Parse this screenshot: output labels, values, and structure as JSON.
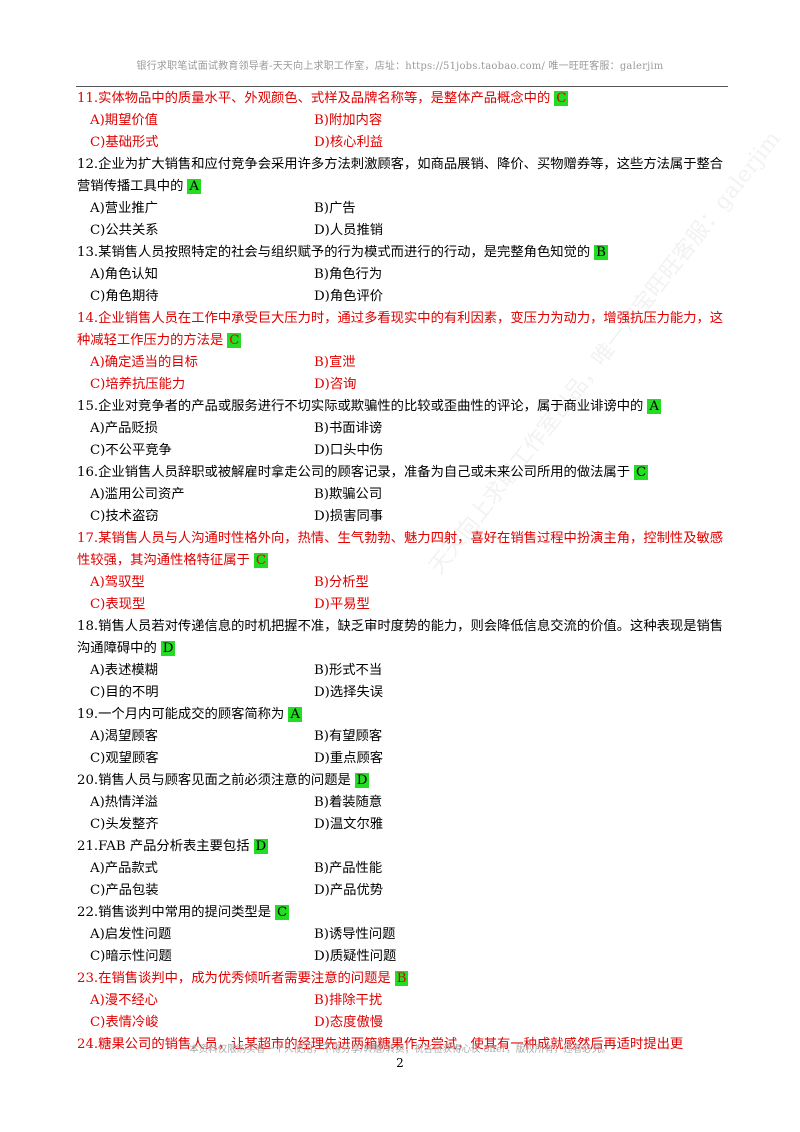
{
  "header": "银行求职笔试面试教育领导者-天天向上求职工作室，店址：https://51jobs.taobao.com/  唯一旺旺客服：galerjim",
  "questions": [
    {
      "num": "11.",
      "stem": "实体物品中的质量水平、外观颜色、式样及品牌名称等，是整体产品概念中的",
      "answer": "C",
      "highlight": true,
      "options": [
        "A)期望价值",
        "B)附加内容",
        "C)基础形式",
        "D)核心利益"
      ]
    },
    {
      "num": "12.",
      "stem": "企业为扩大销售和应付竞争会采用许多方法刺激顾客，如商品展销、降价、买物赠券等，这些方法属于整合营销传播工具中的",
      "answer": "A",
      "highlight": false,
      "options": [
        "A)营业推广",
        "B)广告",
        "C)公共关系",
        "D)人员推销"
      ]
    },
    {
      "num": "13.",
      "stem": "某销售人员按照特定的社会与组织赋予的行为模式而进行的行动，是完整角色知觉的",
      "answer": "B",
      "highlight": false,
      "options": [
        "A)角色认知",
        "B)角色行为",
        "C)角色期待",
        "D)角色评价"
      ]
    },
    {
      "num": "14.",
      "stem": "企业销售人员在工作中承受巨大压力时，通过多看现实中的有利因素，变压力为动力，增强抗压力能力，这种减轻工作压力的方法是",
      "answer": "C",
      "highlight": true,
      "options": [
        "A)确定适当的目标",
        "B)宣泄",
        "C)培养抗压能力",
        "D)咨询"
      ]
    },
    {
      "num": "15.",
      "stem": "企业对竞争者的产品或服务进行不切实际或欺骗性的比较或歪曲性的评论，属于商业诽谤中的",
      "answer": "A",
      "highlight": false,
      "options": [
        "A)产品贬损",
        "B)书面诽谤",
        "C)不公平竞争",
        "D)口头中伤"
      ]
    },
    {
      "num": "16.",
      "stem": "企业销售人员辞职或被解雇时拿走公司的顾客记录，准备为自己或未来公司所用的做法属于",
      "answer": "C",
      "highlight": false,
      "options": [
        "A)滥用公司资产",
        "B)欺骗公司",
        "C)技术盗窃",
        "D)损害同事"
      ]
    },
    {
      "num": "17.",
      "stem": "某销售人员与人沟通时性格外向，热情、生气勃勃、魅力四射，喜好在销售过程中扮演主角，控制性及敏感性较强，其沟通性格特征属于",
      "answer": "C",
      "highlight": true,
      "options": [
        "A)驾驭型",
        "B)分析型",
        "C)表现型",
        "D)平易型"
      ]
    },
    {
      "num": "18.",
      "stem": "销售人员若对传递信息的时机把握不准，缺乏审时度势的能力，则会降低信息交流的价值。这种表现是销售沟通障碍中的",
      "answer": "D",
      "highlight": false,
      "options": [
        "A)表述模糊",
        "B)形式不当",
        "C)目的不明",
        "D)选择失误"
      ]
    },
    {
      "num": "19.",
      "stem": "一个月内可能成交的顾客简称为",
      "answer": "A",
      "highlight": false,
      "options": [
        "A)渴望顾客",
        "B)有望顾客",
        "C)观望顾客",
        "D)重点顾客"
      ]
    },
    {
      "num": "20.",
      "stem": "销售人员与顾客见面之前必须注意的问题是",
      "answer": "D",
      "highlight": false,
      "options": [
        "A)热情洋溢",
        "B)着装随意",
        "C)头发整齐",
        "D)温文尔雅"
      ]
    },
    {
      "num": "21.",
      "stem": "FAB 产品分析表主要包括",
      "answer": "D",
      "highlight": false,
      "options": [
        "A)产品款式",
        "B)产品性能",
        "C)产品包装",
        "D)产品优势"
      ]
    },
    {
      "num": "22.",
      "stem": "销售谈判中常用的提问类型是",
      "answer": "C",
      "highlight": false,
      "options": [
        "A)启发性问题",
        "B)诱导性问题",
        "C)暗示性问题",
        "D)质疑性问题"
      ]
    },
    {
      "num": "23.",
      "stem": "在销售谈判中，成为优秀倾听者需要注意的问题是",
      "answer": "B",
      "highlight": true,
      "options": [
        "A)漫不经心",
        "B)排除干扰",
        "C)表情冷峻",
        "D)态度傲慢"
      ]
    },
    {
      "num": "24.",
      "stem": "糖果公司的销售人员，让某超市的经理先进两箱糖果作为尝试，使其有一种成就感然后再适时提出更",
      "answer": "",
      "highlight": true,
      "options": []
    }
  ],
  "watermark": "天天向上求职工作室出品，唯一淘宝旺旺客服：galerjim",
  "footer": "本资料仅限购买者一个人使用，不得分享/转赠/转卖；祝各位获得心仪 offer，版权所有，违者必究。",
  "page_number": "2"
}
